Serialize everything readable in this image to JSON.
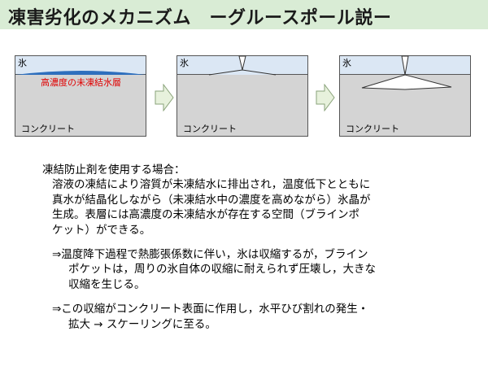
{
  "title": "凍害劣化のメカニズム　ーグルースポール説ー",
  "panels": [
    {
      "ice_label": "氷",
      "concrete_label": "コンクリート",
      "layer_label": "高濃度の未凍結水層"
    },
    {
      "ice_label": "氷",
      "concrete_label": "コンクリート"
    },
    {
      "ice_label": "氷",
      "concrete_label": "コンクリート"
    }
  ],
  "text": {
    "heading": "凍結防止剤を使用する場合：",
    "para_lines": [
      "溶液の凍結により溶質が未凍結水に排出され，温度低下とともに",
      "真水が結晶化しながら（未凍結水中の濃度を高めながら）氷晶が",
      "生成。表層には高濃度の未凍結水が存在する空間（ブラインポ",
      "ケット）ができる。"
    ],
    "note1_line1": "⇒温度降下過程で熱膨張係数に伴い，氷は収縮するが，ブライン",
    "note1_line2": "ポケットは，周りの氷自体の収縮に耐えられず圧壊し，大きな",
    "note1_line3": "収縮を生じる。",
    "note2_line1": "⇒この収縮がコンクリート表面に作用し，水平ひび割れの発生・",
    "note2_line2": "拡大 → スケーリングに至る。"
  },
  "colors": {
    "title_bg": "#d9ecd5",
    "ice": "#dbe7f4",
    "concrete": "#d4d4d4",
    "brine_layer": "#2e6fbd",
    "layer_text": "#e00000",
    "arrow_fill": "#e7f1dc",
    "arrow_stroke": "#8aa37a"
  }
}
